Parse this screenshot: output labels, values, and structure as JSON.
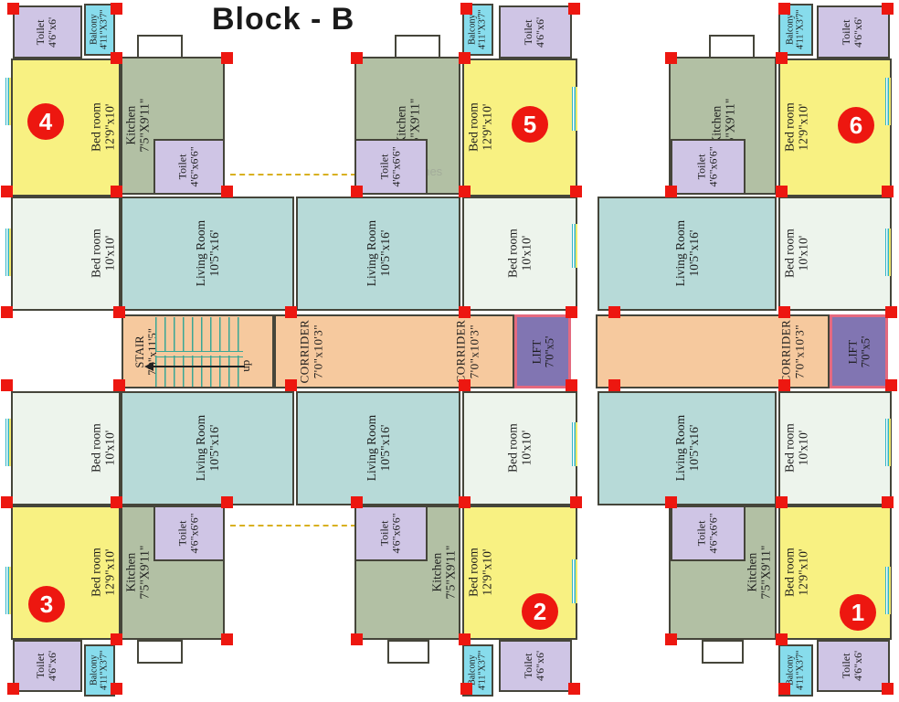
{
  "title": "Block - B",
  "watermark": "Homes",
  "stair_up_label": "up",
  "unit_numbers": [
    "1",
    "2",
    "3",
    "4",
    "5",
    "6"
  ],
  "room_types": {
    "bedroom_large": {
      "name": "Bed room",
      "dims": "12'9\"x10'"
    },
    "bedroom_small": {
      "name": "Bed room",
      "dims": "10'x10'"
    },
    "living": {
      "name": "Living Room",
      "dims": "10'5\"x16'"
    },
    "kitchen": {
      "name": "Kitchen",
      "dims": "7'5\"X9'11\""
    },
    "toilet_small": {
      "name": "Toilet",
      "dims": "4'6\"x6'"
    },
    "toilet_big": {
      "name": "Toilet",
      "dims": "4'6\"x6'6\""
    },
    "balcony": {
      "name": "Balcony",
      "dims": "4'11\"X3'7\""
    },
    "corridor": {
      "name": "CORRIDER",
      "dims": "7'0\"x10'3\""
    },
    "stair": {
      "name": "STAIR",
      "dims": "7'0\"x11'5\""
    },
    "lift": {
      "name": "LIFT",
      "dims": "7'0\"x5'"
    }
  },
  "colors": {
    "bedroom_yellow": "#f8f182",
    "bedroom_pale": "#edf4ec",
    "living_teal": "#b7dad8",
    "kitchen_sage": "#b2c0a4",
    "toilet_lavender": "#cfc5e5",
    "balcony_cyan": "#87dcec",
    "corridor_orange": "#f6c99e",
    "lift_purple": "#8175b2",
    "lift_border": "#e4697f",
    "column_red": "#ed1710",
    "wall": "#45453a"
  }
}
